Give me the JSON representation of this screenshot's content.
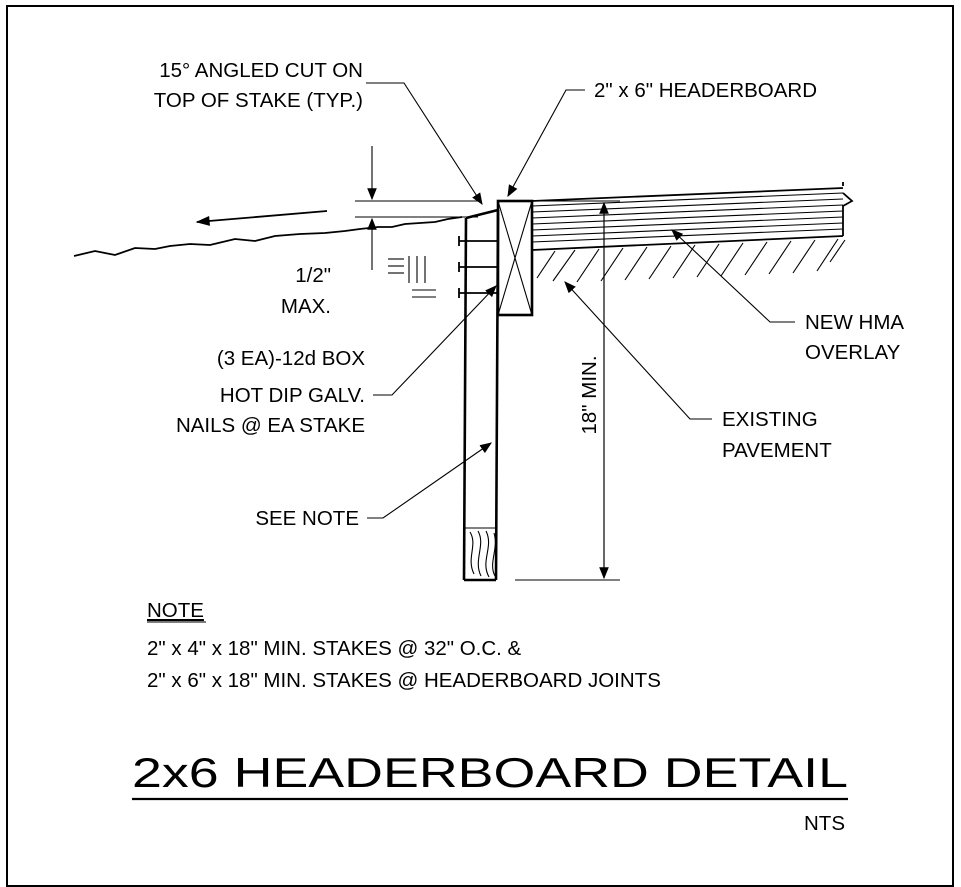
{
  "labels": {
    "angled_cut_line1": "15° ANGLED CUT ON",
    "angled_cut_line2": "TOP OF STAKE (TYP.)",
    "headerboard": "2\" x 6\" HEADERBOARD",
    "half_inch_line1": "1/2\"",
    "half_inch_line2": "MAX.",
    "nails_line1": "(3 EA)-12d BOX",
    "nails_line2": "HOT DIP GALV.",
    "nails_line3": "NAILS @ EA STAKE",
    "overlay_line1": "NEW HMA",
    "overlay_line2": "OVERLAY",
    "depth": "18\" MIN.",
    "existing_line1": "EXISTING",
    "existing_line2": "PAVEMENT",
    "see_note": "SEE NOTE"
  },
  "note": {
    "heading": "NOTE",
    "line1": "2\" x 4\" x 18\" MIN. STAKES @ 32\" O.C. &",
    "line2": "2\" x 6\" x 18\" MIN. STAKES @ HEADERBOARD JOINTS"
  },
  "title": {
    "main": "2x6 HEADERBOARD DETAIL",
    "scale": "NTS"
  }
}
